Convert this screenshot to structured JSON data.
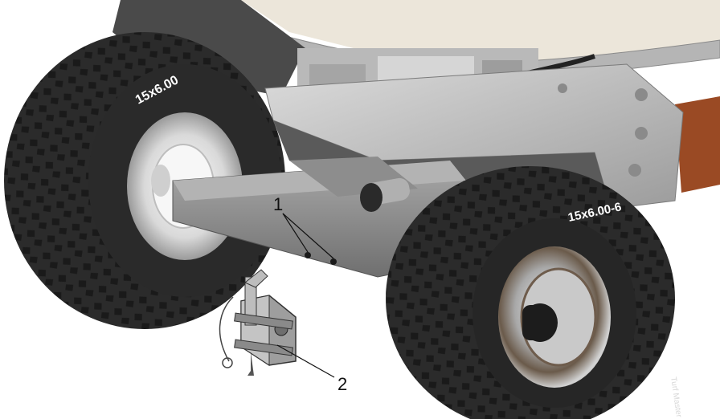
{
  "tires": {
    "rear_size": "15x6.00",
    "front_size": "15x6.00-6",
    "front_brand": "Turf Master"
  },
  "callouts": {
    "one": "1",
    "two": "2"
  },
  "colors": {
    "tire": "#2b2b2b",
    "axle": "#8f8f8f",
    "frame": "#c9c9c9",
    "blue_part": "#2f4fa8",
    "brown_panel": "#9a4a24",
    "rim": "#e6e6e6"
  }
}
